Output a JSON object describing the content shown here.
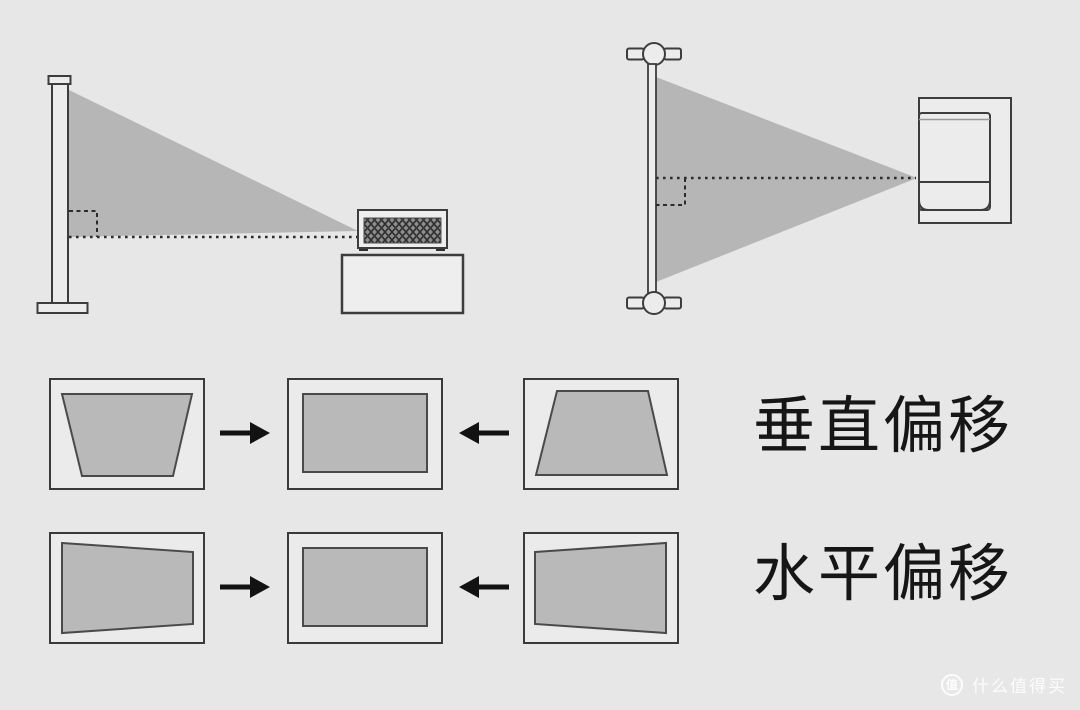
{
  "keystone": {
    "rows": [
      {
        "label": "垂直偏移",
        "screens": [
          "trapezoid-wide-top",
          "rectangle",
          "trapezoid-wide-bottom"
        ],
        "arrows": [
          "right",
          "left"
        ]
      },
      {
        "label": "水平偏移",
        "screens": [
          "quad-tall-left",
          "rectangle",
          "quad-tall-right"
        ],
        "arrows": [
          "right",
          "left"
        ]
      }
    ]
  },
  "watermark": {
    "logo_char": "值",
    "text": "什么值得买"
  },
  "colors": {
    "background": "#e7e7e7",
    "frame_fill": "#ebebeb",
    "beam": "#b6b6b6",
    "screen_fill": "#b9b9b9",
    "outline": "#3d3d3d",
    "arrow": "#121212",
    "label_text": "#161616"
  }
}
